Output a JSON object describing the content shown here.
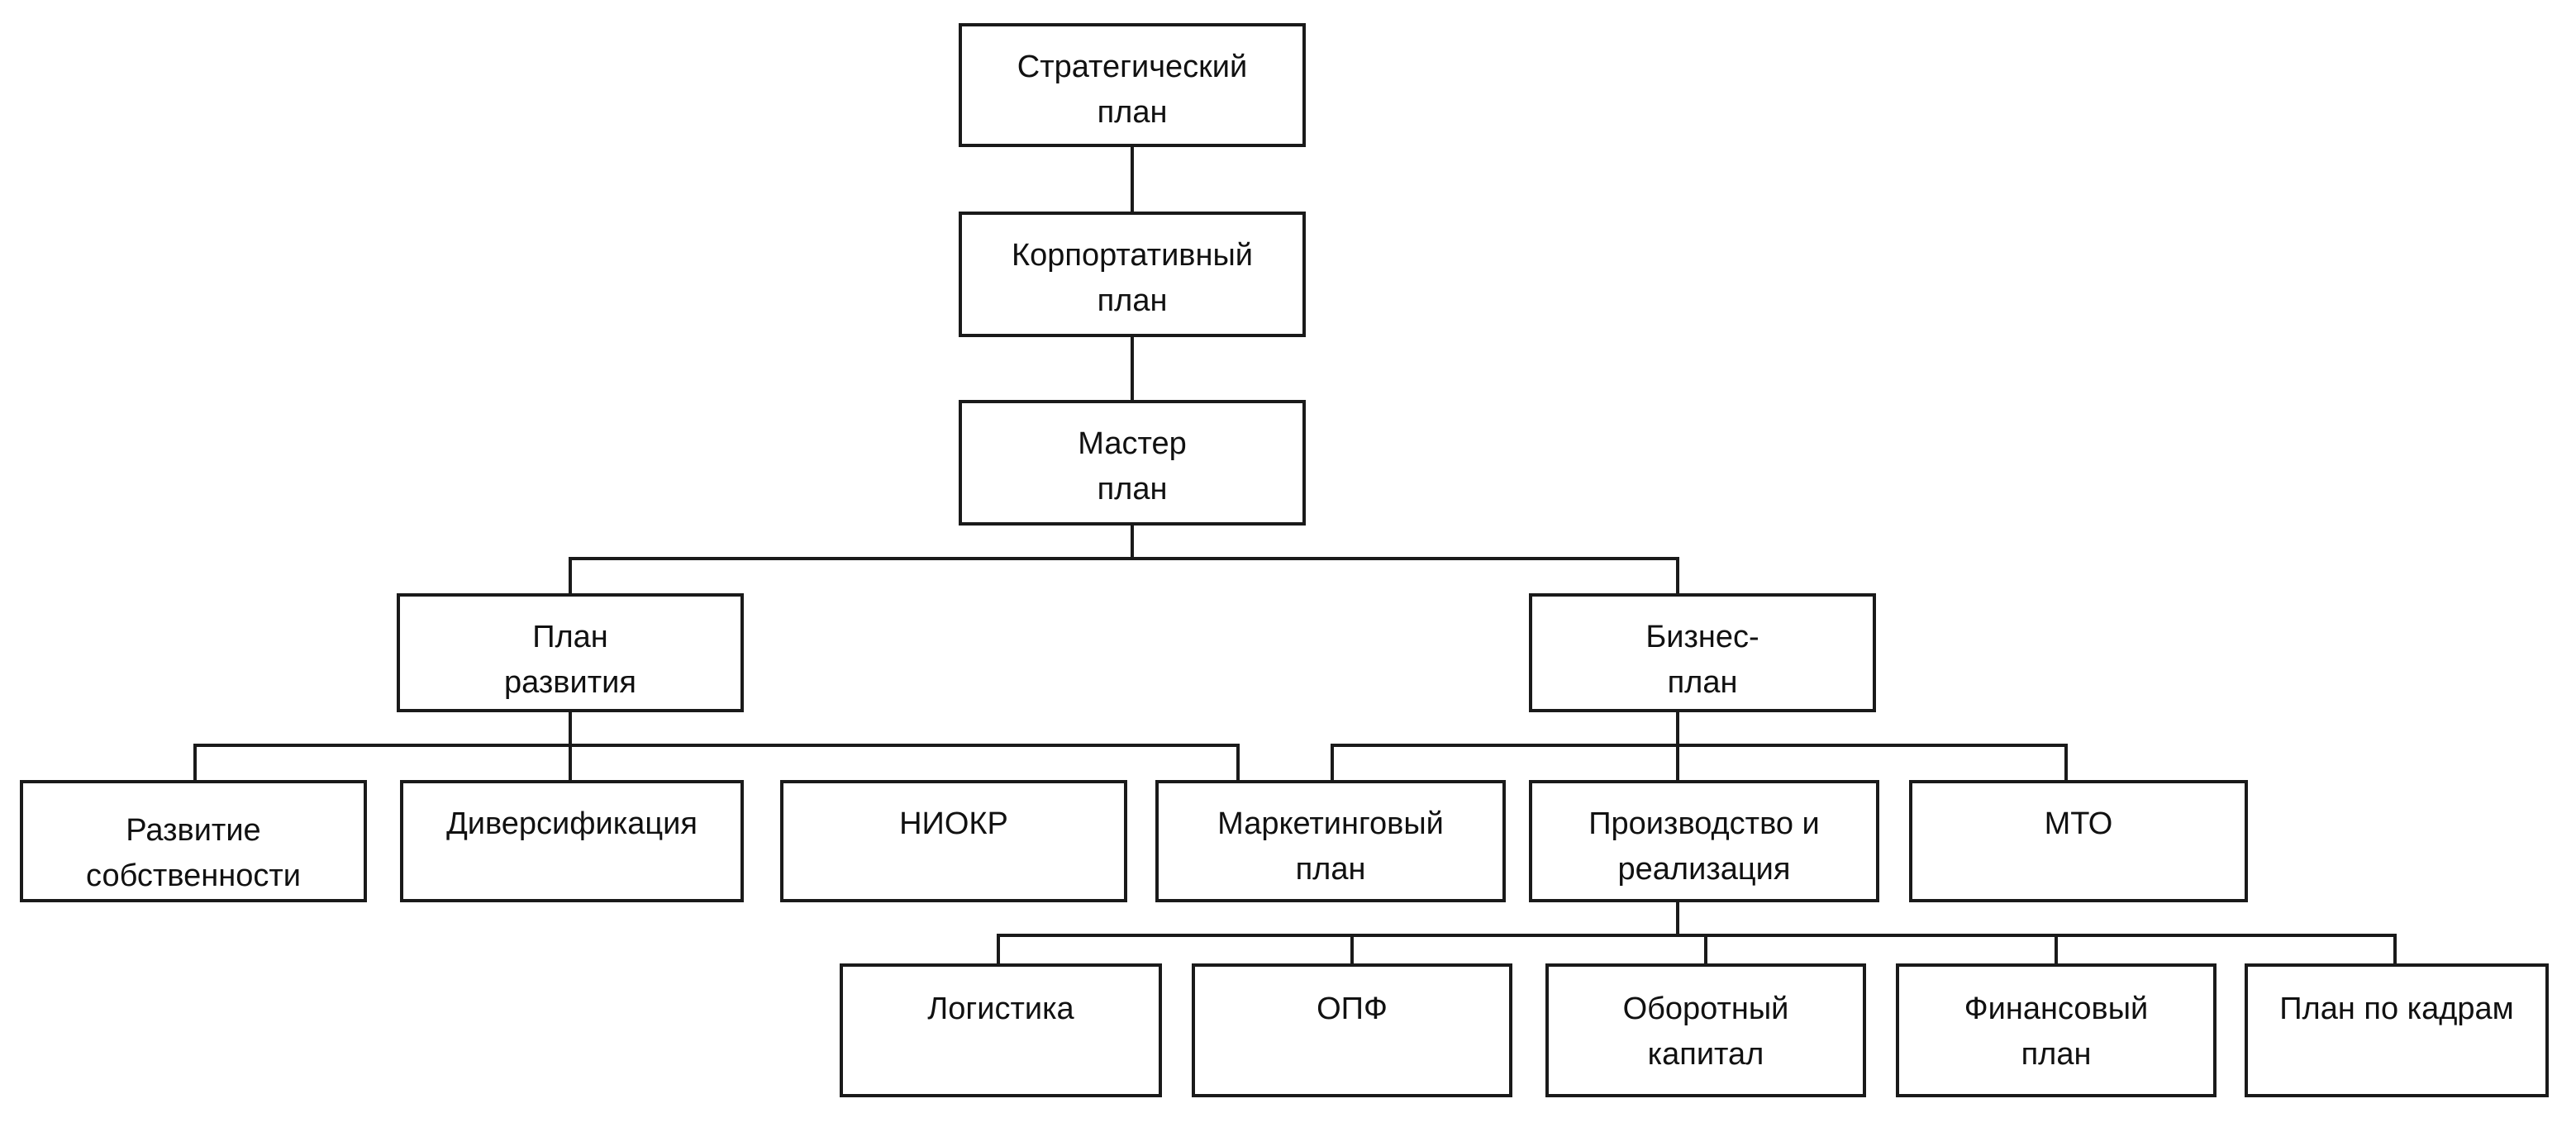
{
  "diagram": {
    "nodes": {
      "strategic": "Стратегический\nплан",
      "corporate": "Корпортативный\nплан",
      "master": "Мастер\nплан",
      "development": "План\nразвития",
      "business": "Бизнес-\nплан",
      "property": "Развитие\nсобственности",
      "diversification": "Диверсификация",
      "rnd": "НИОКР",
      "marketing": "Маркетинговый\nплан",
      "production": "Производство и\nреализация",
      "mto": "МТО",
      "logistics": "Логистика",
      "opf": "ОПФ",
      "working_capital": "Оборотный\nкапитал",
      "financial": "Финансовый\nплан",
      "personnel": "План по кадрам"
    }
  }
}
